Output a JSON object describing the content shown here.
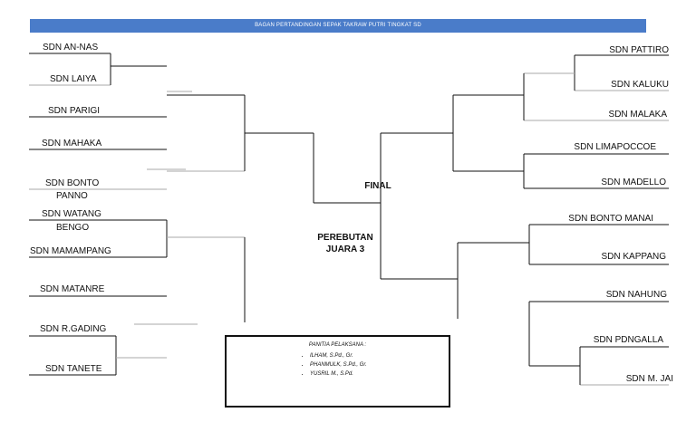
{
  "header": {
    "title": "BAGAN PERTANDINGAN SEPAK TAKRAW PUTRI TINGKAT SD"
  },
  "left_teams": [
    "SDN AN-NAS",
    "SDN LAIYA",
    "SDN PARIGI",
    "SDN MAHAKA",
    "SDN BONTO",
    "PANNO",
    "SDN WATANG",
    "BENGO",
    "SDN MAMAMPANG",
    "SDN MATANRE",
    "SDN R.GADING",
    "SDN TANETE"
  ],
  "right_teams": [
    "SDN PATTIRO",
    "SDN KALUKU",
    "SDN MALAKA",
    "SDN LIMAPOCCOE",
    "SDN MADELLO",
    "SDN BONTO MANAI",
    "SDN KAPPANG",
    "SDN NAHUNG",
    "SDN PDNGALLA",
    "SDN M. JAI"
  ],
  "center": {
    "final": "FINAL",
    "third_line1": "PEREBUTAN",
    "third_line2": "JUARA 3"
  },
  "committee": {
    "title": "PANITIA PELAKSANA :",
    "members": [
      "ILHAM, S.Pd., Gr.",
      "PHANMULK, S.Pd., Gr.",
      "YUSRIL M., S.Pd."
    ]
  }
}
